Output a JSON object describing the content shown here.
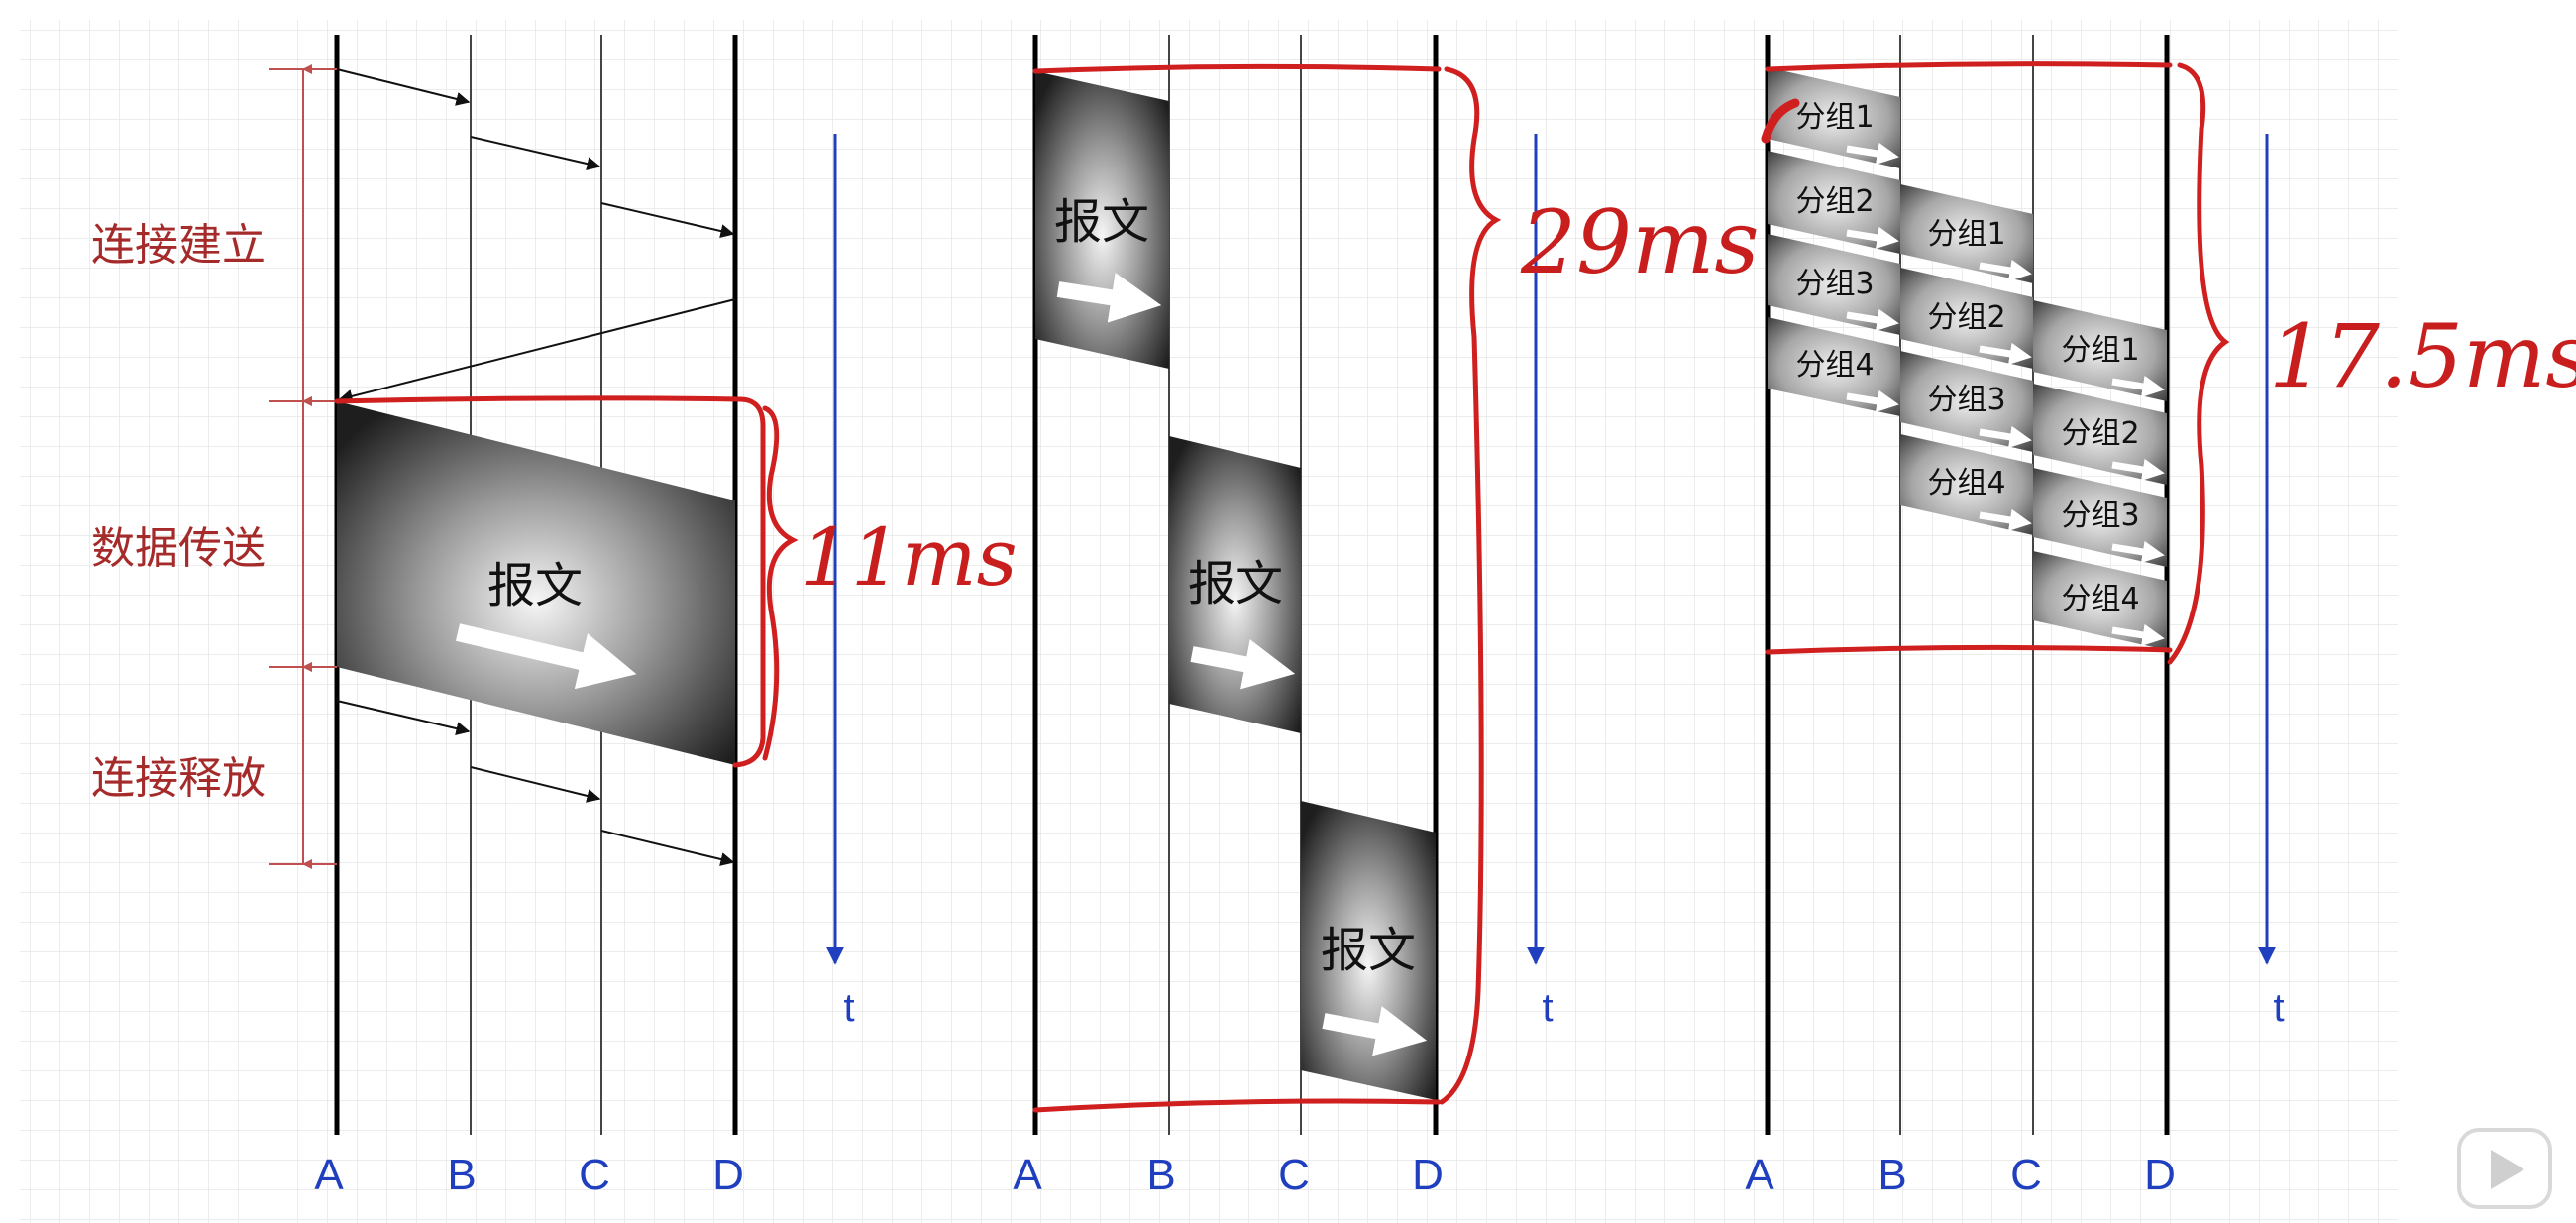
{
  "diagrams": {
    "circuit": {
      "nodes": [
        "A",
        "B",
        "C",
        "D"
      ],
      "time_label": "t",
      "phases": [
        "连接建立",
        "数据传送",
        "连接释放"
      ],
      "message_label": "报文",
      "annotation": "11ms"
    },
    "message": {
      "nodes": [
        "A",
        "B",
        "C",
        "D"
      ],
      "time_label": "t",
      "message_labels": [
        "报文",
        "报文",
        "报文"
      ],
      "annotation": "29ms"
    },
    "packet": {
      "nodes": [
        "A",
        "B",
        "C",
        "D"
      ],
      "time_label": "t",
      "packet_labels": {
        "hop1": [
          "分组1",
          "分组2",
          "分组3",
          "分组4"
        ],
        "hop2": [
          "分组1",
          "分组2",
          "分组3",
          "分组4"
        ],
        "hop3": [
          "分组1",
          "分组2",
          "分组3",
          "分组4"
        ]
      },
      "annotation": "17.5ms"
    }
  },
  "colors": {
    "node_labels": "#1f3fbf",
    "time_axis": "#1f3fbf",
    "phase_labels": "#a52a2a",
    "annotations": "#c81e1e",
    "grid": "#e6e6e6"
  },
  "icons": [
    "play-icon"
  ]
}
